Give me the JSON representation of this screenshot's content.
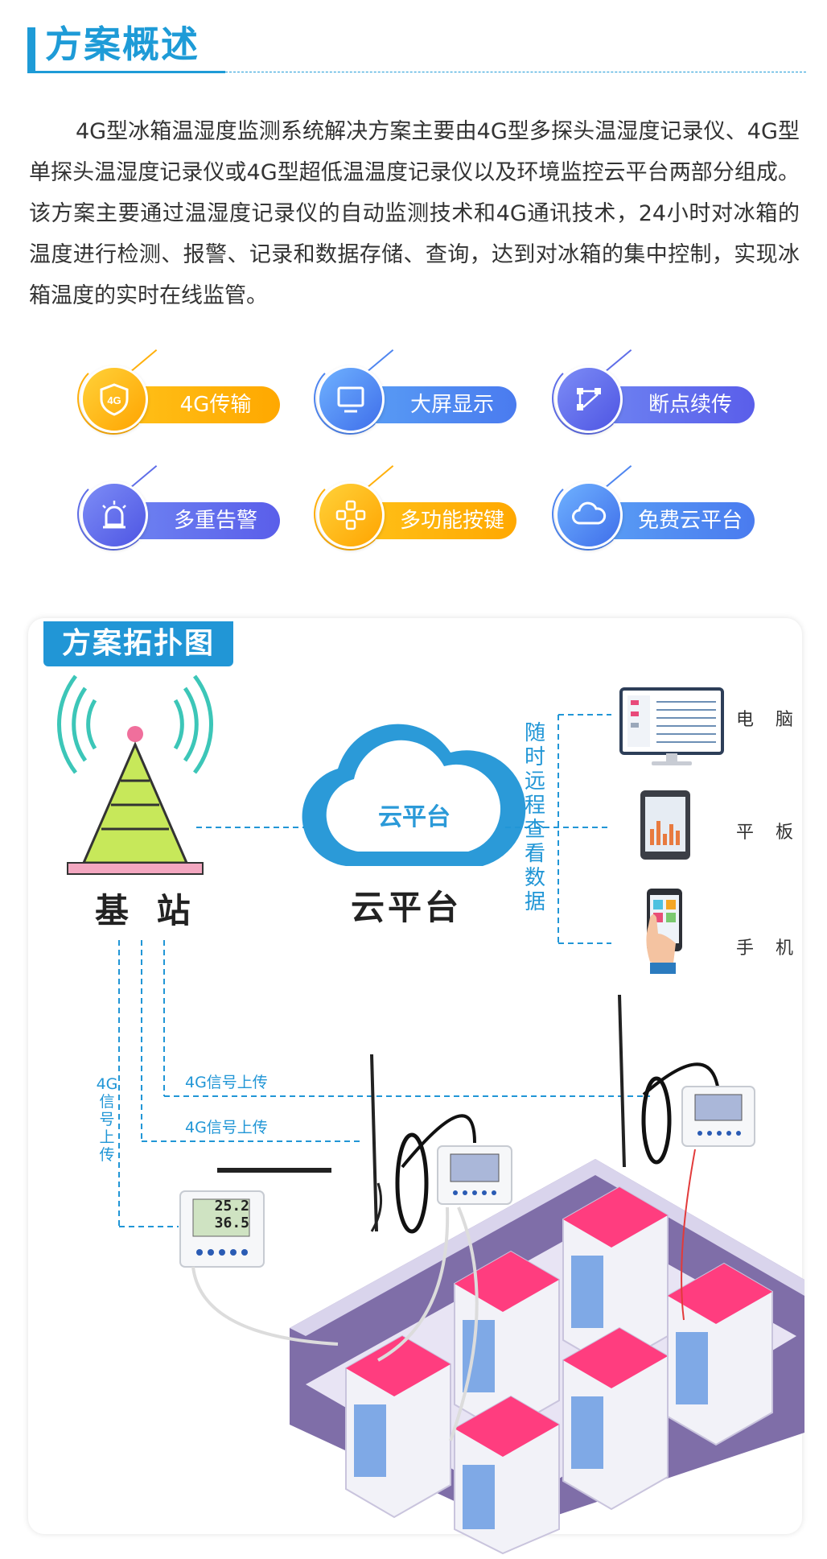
{
  "overview": {
    "title": "方案概述",
    "paragraph": "4G型冰箱温湿度监测系统解决方案主要由4G型多探头温湿度记录仪、4G型单探头温湿度记录仪或4G型超低温温度记录仪以及环境监控云平台两部分组成。该方案主要通过温湿度记录仪的自动监测技术和4G通讯技术，24小时对冰箱的温度进行检测、报警、记录和数据存储、查询，达到对冰箱的集中控制，实现冰箱温度的实时在线监管。"
  },
  "features": [
    {
      "label": "4G传输",
      "icon": "shield-4g-icon",
      "color": "#ffa800"
    },
    {
      "label": "大屏显示",
      "icon": "monitor-icon",
      "color": "#4a7bef"
    },
    {
      "label": "断点续传",
      "icon": "node-link-icon",
      "color": "#5a5eea"
    },
    {
      "label": "多重告警",
      "icon": "alarm-light-icon",
      "color": "#5a5eea"
    },
    {
      "label": "多功能按键",
      "icon": "gamepad-keys-icon",
      "color": "#ffa800"
    },
    {
      "label": "免费云平台",
      "icon": "cloud-icon",
      "color": "#4a7bef"
    }
  ],
  "topology": {
    "title": "方案拓扑图",
    "base_station": "基 站",
    "cloud_in": "云平台",
    "cloud_label": "云平台",
    "remote_view": [
      "随",
      "时",
      "远",
      "程",
      "查",
      "看",
      "数",
      "据"
    ],
    "devices": {
      "computer": "电 脑",
      "tablet": "平 板",
      "phone": "手 机"
    },
    "signal_1": "4G信号上传",
    "signal_2": "4G信号上传",
    "signal_vertical": [
      "4G",
      "信",
      "号",
      "上",
      "传"
    ],
    "logger_reading": {
      "temperature": "25.2",
      "humidity": "36.5"
    }
  }
}
